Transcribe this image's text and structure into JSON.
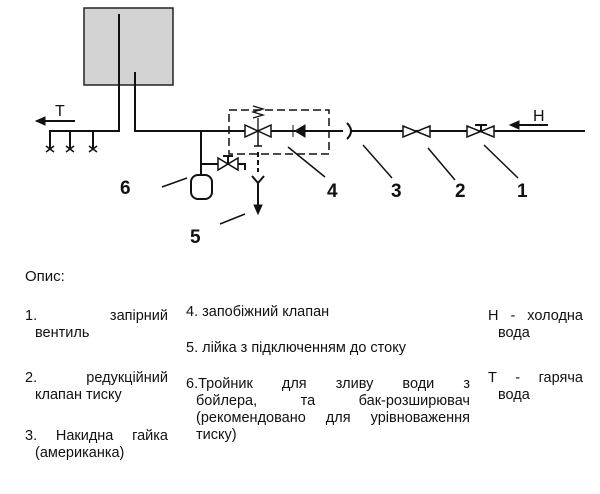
{
  "diagram": {
    "labels": {
      "hot": "Т",
      "cold": "Н",
      "n1": "1",
      "n2": "2",
      "n3": "3",
      "n4": "4",
      "n5": "5",
      "n6": "6"
    },
    "colors": {
      "boiler_fill": "#d3d3d3",
      "line": "#111111"
    }
  },
  "legend": {
    "title": "Опис:",
    "items": [
      {
        "first": "1. запірний",
        "rest": "вентиль"
      },
      {
        "first": "2. редукційний",
        "rest": "клапан тиску"
      },
      {
        "first": "3. Накидна гайка",
        "rest": "(американка)"
      },
      {
        "first": "4. запобіжний клапан",
        "rest": ""
      },
      {
        "first": "5. лійка з підключенням до стоку",
        "rest": ""
      },
      {
        "first": "6.Тройник для зливу води з",
        "rest": "бойлера, та бак-розширювач (рекомендовано для урівноваження тиску)"
      }
    ],
    "notes": [
      {
        "first": "Н - холодна",
        "rest": "вода"
      },
      {
        "first": "Т - гаряча",
        "rest": "вода"
      }
    ]
  }
}
